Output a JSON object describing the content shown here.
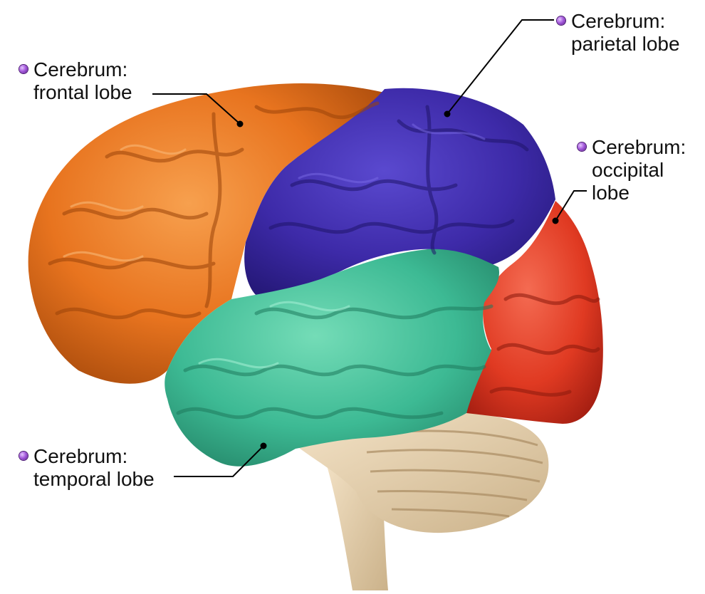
{
  "colors": {
    "frontal": "#e8741f",
    "parietal": "#3d2aa8",
    "occipital": "#e03a22",
    "temporal": "#3dba94",
    "brainstem": "#e6cfa8",
    "bullet": "#a55bdc",
    "leader": "#000000"
  },
  "icons": {
    "bullet": "purple-dot-bullet-icon"
  },
  "labels": {
    "frontal": {
      "line1": "Cerebrum:",
      "line2": "frontal lobe"
    },
    "parietal": {
      "line1": "Cerebrum:",
      "line2": "parietal lobe"
    },
    "occipital": {
      "line1": "Cerebrum:",
      "line2": "occipital",
      "line3": "lobe"
    },
    "temporal": {
      "line1": "Cerebrum:",
      "line2": "temporal lobe"
    }
  }
}
